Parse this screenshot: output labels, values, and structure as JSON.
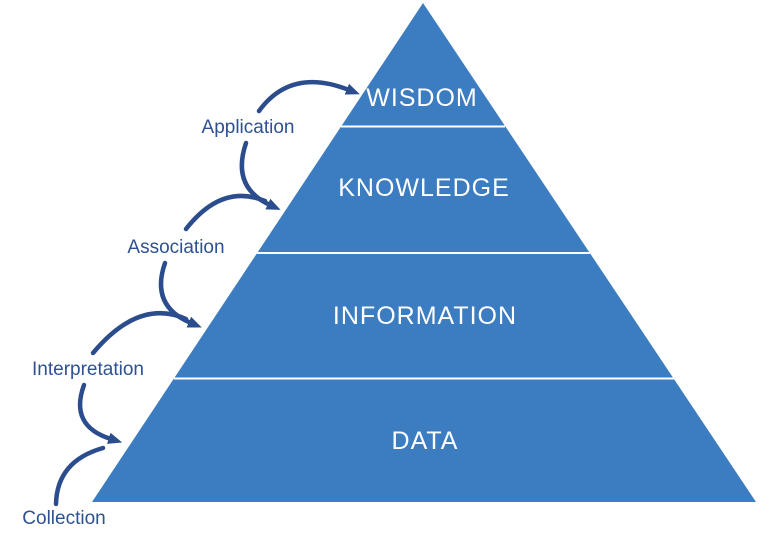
{
  "diagram": {
    "kind": "pyramid",
    "levels": [
      {
        "label": "WISDOM"
      },
      {
        "label": "KNOWLEDGE"
      },
      {
        "label": "INFORMATION"
      },
      {
        "label": "DATA"
      }
    ],
    "transitions": [
      {
        "label": "Application"
      },
      {
        "label": "Association"
      },
      {
        "label": "Interpretation"
      },
      {
        "label": "Collection"
      }
    ],
    "colors": {
      "pyramid_fill": "#3C7CC1",
      "level_text": "#FFFFFF",
      "divider": "#FFFFFF",
      "arrow": "#2B4D8E",
      "transition_text": "#2E5191",
      "background": "#FFFFFF"
    }
  }
}
